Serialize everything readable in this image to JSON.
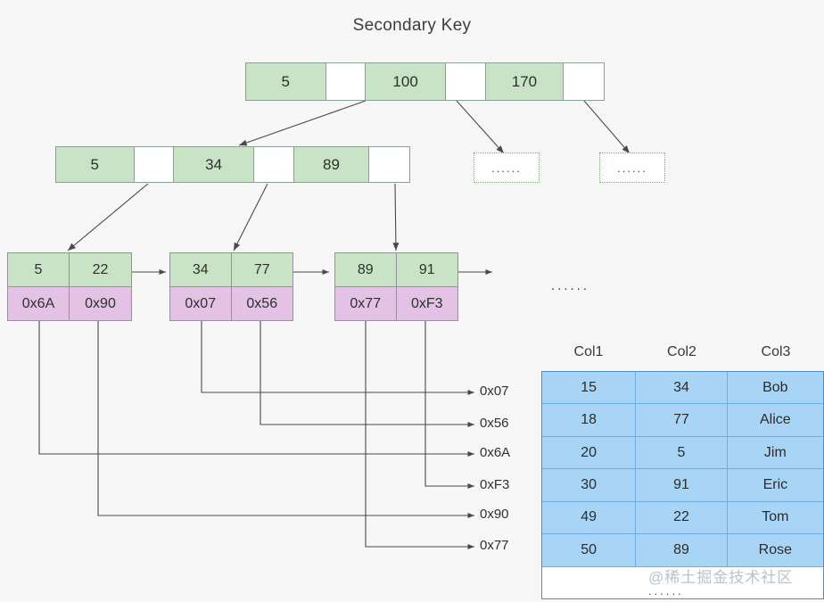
{
  "title": "Secondary Key",
  "colors": {
    "key_fill": "#c9e3c6",
    "addr_fill": "#e3c2e6",
    "table_fill": "#a8d5f5",
    "table_border": "#4a90c4",
    "line": "#4a4a4a",
    "background": "#f7f7f7"
  },
  "root_node": {
    "cells": [
      {
        "type": "key",
        "label": "5"
      },
      {
        "type": "ptr",
        "label": ""
      },
      {
        "type": "key",
        "label": "100"
      },
      {
        "type": "ptr",
        "label": ""
      },
      {
        "type": "key",
        "label": "170"
      },
      {
        "type": "ptr",
        "label": ""
      }
    ]
  },
  "internal_node": {
    "cells": [
      {
        "type": "key",
        "label": "5"
      },
      {
        "type": "ptr",
        "label": ""
      },
      {
        "type": "key",
        "label": "34"
      },
      {
        "type": "ptr",
        "label": ""
      },
      {
        "type": "key",
        "label": "89"
      },
      {
        "type": "ptr",
        "label": ""
      }
    ]
  },
  "placeholder_boxes": [
    {
      "label": "......"
    },
    {
      "label": "......"
    }
  ],
  "leaf_nodes": [
    {
      "keys": [
        "5",
        "22"
      ],
      "addrs": [
        "0x6A",
        "0x90"
      ]
    },
    {
      "keys": [
        "34",
        "77"
      ],
      "addrs": [
        "0x07",
        "0x56"
      ]
    },
    {
      "keys": [
        "89",
        "91"
      ],
      "addrs": [
        "0x77",
        "0xF3"
      ]
    }
  ],
  "leaf_chain_ellipsis": "......",
  "address_labels": [
    {
      "label": "0x07"
    },
    {
      "label": "0x56"
    },
    {
      "label": "0x6A"
    },
    {
      "label": "0xF3"
    },
    {
      "label": "0x90"
    },
    {
      "label": "0x77"
    }
  ],
  "table": {
    "headers": [
      "Col1",
      "Col2",
      "Col3"
    ],
    "rows": [
      [
        "15",
        "34",
        "Bob"
      ],
      [
        "18",
        "77",
        "Alice"
      ],
      [
        "20",
        "5",
        "Jim"
      ],
      [
        "30",
        "91",
        "Eric"
      ],
      [
        "49",
        "22",
        "Tom"
      ],
      [
        "50",
        "89",
        "Rose"
      ]
    ],
    "blank_row_ellipsis": "......"
  },
  "watermark": "@稀土掘金技术社区"
}
